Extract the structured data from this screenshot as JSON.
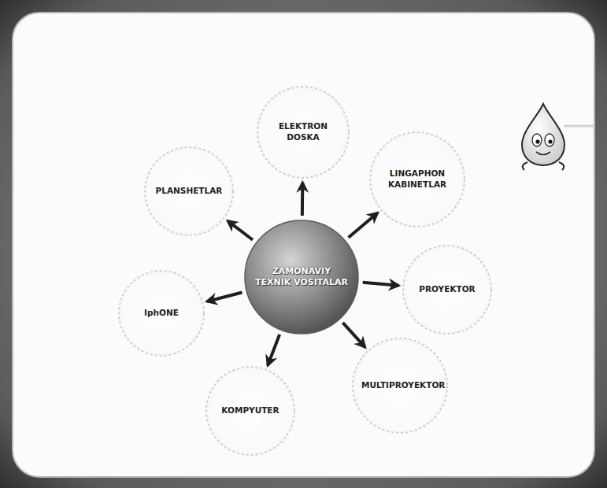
{
  "diagram": {
    "nodes": [
      {
        "text": [
          "ZAMONAVIY TEXNIK VOSITALAR"
        ]
      },
      {
        "text": [
          "ELEKTRON DOSKA"
        ]
      },
      {
        "text": [
          "LINGAPHON KABINETLAR"
        ]
      },
      {
        "text": [
          "PROYEKTOR"
        ]
      },
      {
        "text": [
          "MULTIPROYEKTOR"
        ]
      },
      {
        "text": [
          "KOMPYUTER"
        ]
      },
      {
        "text": [
          "IphONE"
        ]
      },
      {
        "text": [
          "PLANSHETLAR"
        ]
      }
    ],
    "edges": [
      {
        "from": 0,
        "to": 1,
        "arrow": "to"
      },
      {
        "from": 0,
        "to": 2,
        "arrow": "to"
      },
      {
        "from": 0,
        "to": 3,
        "arrow": "to"
      },
      {
        "from": 0,
        "to": 4,
        "arrow": "to"
      },
      {
        "from": 0,
        "to": 5,
        "arrow": "to"
      },
      {
        "from": 0,
        "to": 6,
        "arrow": "to"
      },
      {
        "from": 0,
        "to": 7,
        "arrow": "to"
      }
    ]
  }
}
